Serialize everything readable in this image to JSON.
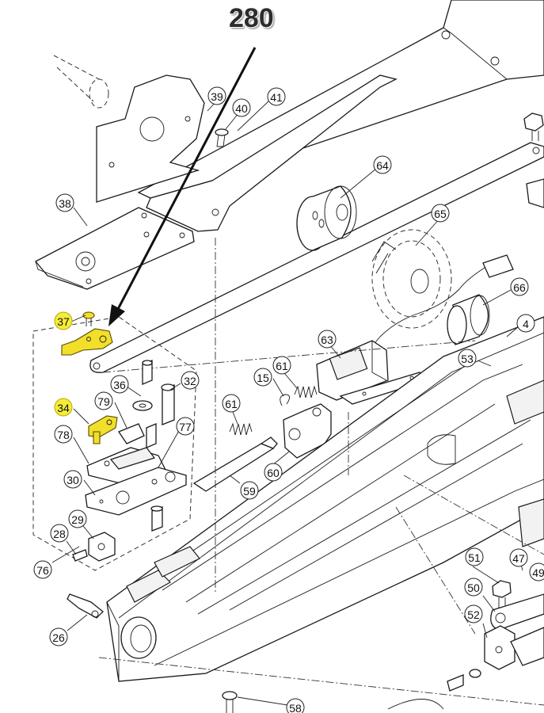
{
  "reference_label": "280",
  "colors": {
    "highlight": "#f2df2a",
    "line": "#1a1a1a",
    "arrow": "#111111"
  },
  "callouts": [
    {
      "id": "c39",
      "label": "39",
      "highlight": false
    },
    {
      "id": "c40",
      "label": "40",
      "highlight": false
    },
    {
      "id": "c41",
      "label": "41",
      "highlight": false
    },
    {
      "id": "c38",
      "label": "38",
      "highlight": false
    },
    {
      "id": "c64",
      "label": "64",
      "highlight": false
    },
    {
      "id": "c65",
      "label": "65",
      "highlight": false
    },
    {
      "id": "c66",
      "label": "66",
      "highlight": false
    },
    {
      "id": "c4",
      "label": "4",
      "highlight": false
    },
    {
      "id": "c37",
      "label": "37",
      "highlight": true
    },
    {
      "id": "c63",
      "label": "63",
      "highlight": false
    },
    {
      "id": "c53",
      "label": "53",
      "highlight": false
    },
    {
      "id": "c15",
      "label": "15",
      "highlight": false
    },
    {
      "id": "c61a",
      "label": "61",
      "highlight": false
    },
    {
      "id": "c36",
      "label": "36",
      "highlight": false
    },
    {
      "id": "c32",
      "label": "32",
      "highlight": false
    },
    {
      "id": "c79",
      "label": "79",
      "highlight": false
    },
    {
      "id": "c34",
      "label": "34",
      "highlight": true
    },
    {
      "id": "c61b",
      "label": "61",
      "highlight": false
    },
    {
      "id": "c78",
      "label": "78",
      "highlight": false
    },
    {
      "id": "c77",
      "label": "77",
      "highlight": false
    },
    {
      "id": "c60",
      "label": "60",
      "highlight": false
    },
    {
      "id": "c30",
      "label": "30",
      "highlight": false
    },
    {
      "id": "c59",
      "label": "59",
      "highlight": false
    },
    {
      "id": "c29",
      "label": "29",
      "highlight": false
    },
    {
      "id": "c28",
      "label": "28",
      "highlight": false
    },
    {
      "id": "c51",
      "label": "51",
      "highlight": false
    },
    {
      "id": "c47",
      "label": "47",
      "highlight": false
    },
    {
      "id": "c49",
      "label": "49",
      "highlight": false
    },
    {
      "id": "c76",
      "label": "76",
      "highlight": false
    },
    {
      "id": "c50",
      "label": "50",
      "highlight": false
    },
    {
      "id": "c52",
      "label": "52",
      "highlight": false
    },
    {
      "id": "c26",
      "label": "26",
      "highlight": false
    },
    {
      "id": "c58",
      "label": "58",
      "highlight": false
    }
  ]
}
